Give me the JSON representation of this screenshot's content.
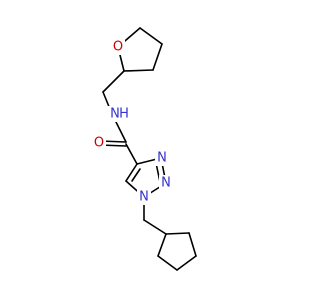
{
  "colors": {
    "carbon": "#000000",
    "nitrogen": "#3333cc",
    "oxygen": "#cc0000",
    "background": "#ffffff"
  },
  "atoms": [
    {
      "id": "O_ring",
      "symbol": "O",
      "color": "oxygen"
    },
    {
      "id": "N_amide",
      "symbol": "N",
      "color": "nitrogen"
    },
    {
      "id": "H_amide",
      "symbol": "H",
      "color": "nitrogen"
    },
    {
      "id": "O_carbonyl",
      "symbol": "O",
      "color": "oxygen"
    },
    {
      "id": "N3",
      "symbol": "N",
      "color": "nitrogen"
    },
    {
      "id": "N2",
      "symbol": "N",
      "color": "nitrogen"
    },
    {
      "id": "N1",
      "symbol": "N",
      "color": "nitrogen"
    }
  ]
}
